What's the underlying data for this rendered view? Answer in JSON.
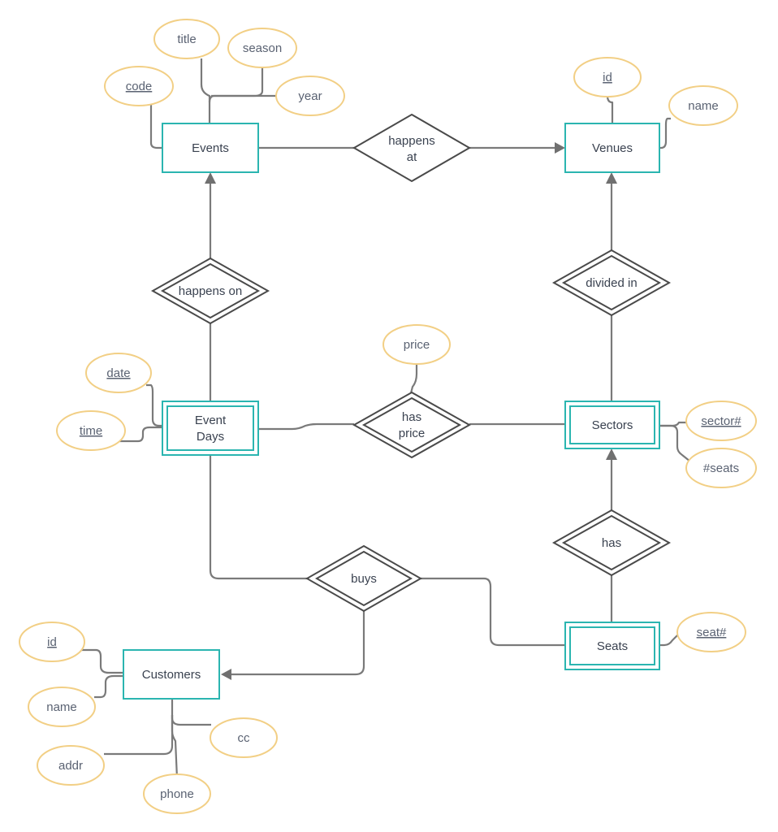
{
  "colors": {
    "entity_border": "#2bb5b0",
    "relationship_border": "#4a4a4a",
    "attribute_border": "#f2cf85",
    "connector": "#7a7a7a",
    "text": "#3a4250"
  },
  "entities": {
    "events": "Events",
    "venues": "Venues",
    "event_days": [
      "Event",
      "Days"
    ],
    "sectors": "Sectors",
    "seats": "Seats",
    "customers": "Customers"
  },
  "relationships": {
    "happens_at": [
      "happens",
      "at"
    ],
    "happens_on": "happens on",
    "divided_in": "divided in",
    "has_price": [
      "has",
      "price"
    ],
    "has": "has",
    "buys": "buys"
  },
  "attributes": {
    "events_title": "title",
    "events_season": "season",
    "events_code": "code",
    "events_year": "year",
    "venues_id": "id",
    "venues_name": "name",
    "hasprice_price": "price",
    "eventdays_date": "date",
    "eventdays_time": "time",
    "sectors_sector_no": "sector#",
    "sectors_seats_count": "#seats",
    "seats_seat_no": "seat#",
    "customers_id": "id",
    "customers_name": "name",
    "customers_cc": "cc",
    "customers_addr": "addr",
    "customers_phone": "phone"
  }
}
